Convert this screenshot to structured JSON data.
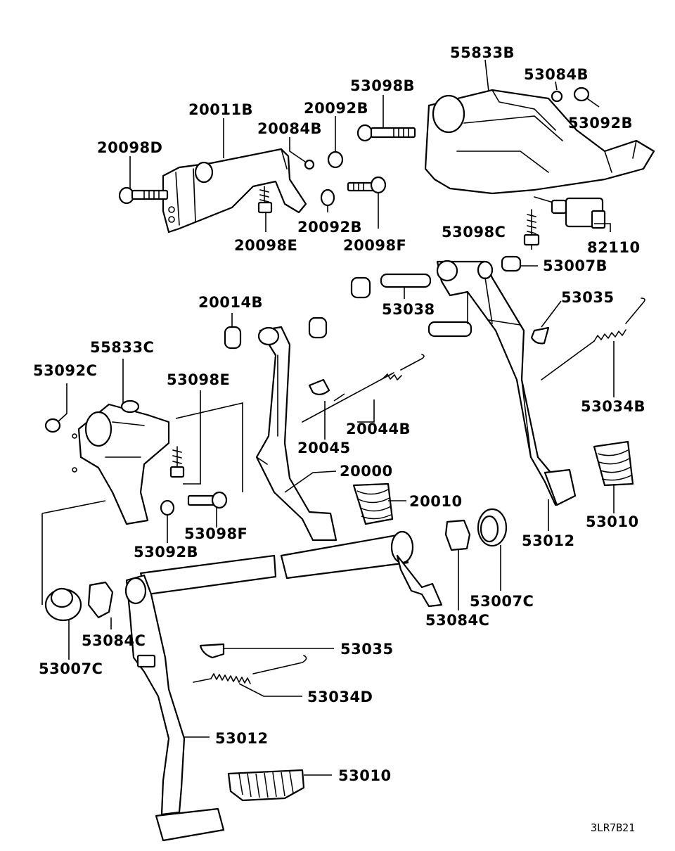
{
  "labels": {
    "l_55833B": "55833B",
    "l_53084B": "53084B",
    "l_53098B": "53098B",
    "l_20011B": "20011B",
    "l_20092B_top": "20092B",
    "l_53092B_top": "53092B",
    "l_20084B": "20084B",
    "l_20098D": "20098D",
    "l_20092B_mid": "20092B",
    "l_20098F": "20098F",
    "l_20098E": "20098E",
    "l_53098C": "53098C",
    "l_82110": "82110",
    "l_53007B": "53007B",
    "l_20014B": "20014B",
    "l_53038": "53038",
    "l_53035_top": "53035",
    "l_55833C": "55833C",
    "l_53092C": "53092C",
    "l_53098E": "53098E",
    "l_20044B": "20044B",
    "l_20045": "20045",
    "l_53034B": "53034B",
    "l_20000": "20000",
    "l_20010": "20010",
    "l_53010_right": "53010",
    "l_53012_right": "53012",
    "l_53098F": "53098F",
    "l_53092B_left": "53092B",
    "l_53007C_right": "53007C",
    "l_53084C_right": "53084C",
    "l_53084C_left": "53084C",
    "l_53007C_left": "53007C",
    "l_53035_bottom": "53035",
    "l_53034D": "53034D",
    "l_53012_bottom": "53012",
    "l_53010_bottom": "53010"
  },
  "drawing_code": "3LR7B21"
}
